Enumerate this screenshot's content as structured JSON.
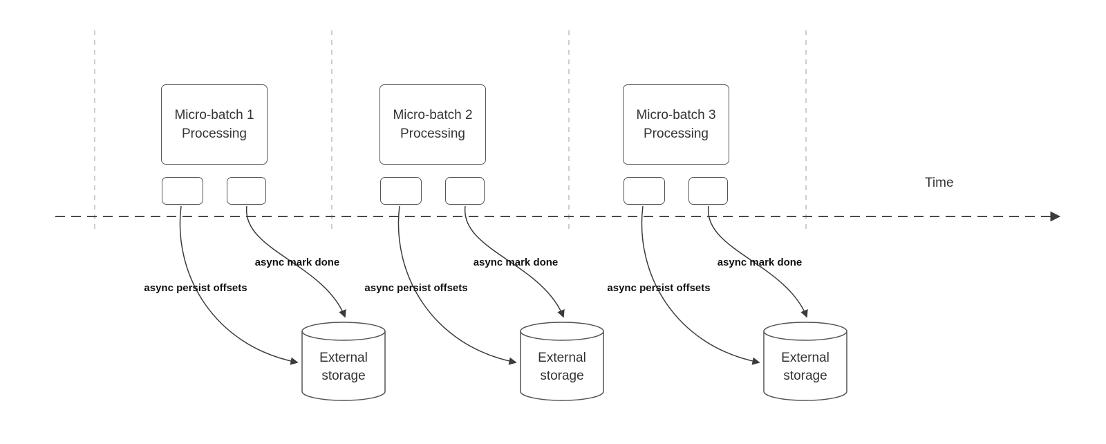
{
  "timeline": {
    "label": "Time"
  },
  "groups": [
    {
      "box_label": "Micro-batch 1 Processing",
      "persist_label": "async persist offsets",
      "mark_label": "async mark done",
      "storage_label": "External storage"
    },
    {
      "box_label": "Micro-batch 2 Processing",
      "persist_label": "async persist offsets",
      "mark_label": "async mark done",
      "storage_label": "External storage"
    },
    {
      "box_label": "Micro-batch 3 Processing",
      "persist_label": "async persist offsets",
      "mark_label": "async mark done",
      "storage_label": "External storage"
    }
  ]
}
